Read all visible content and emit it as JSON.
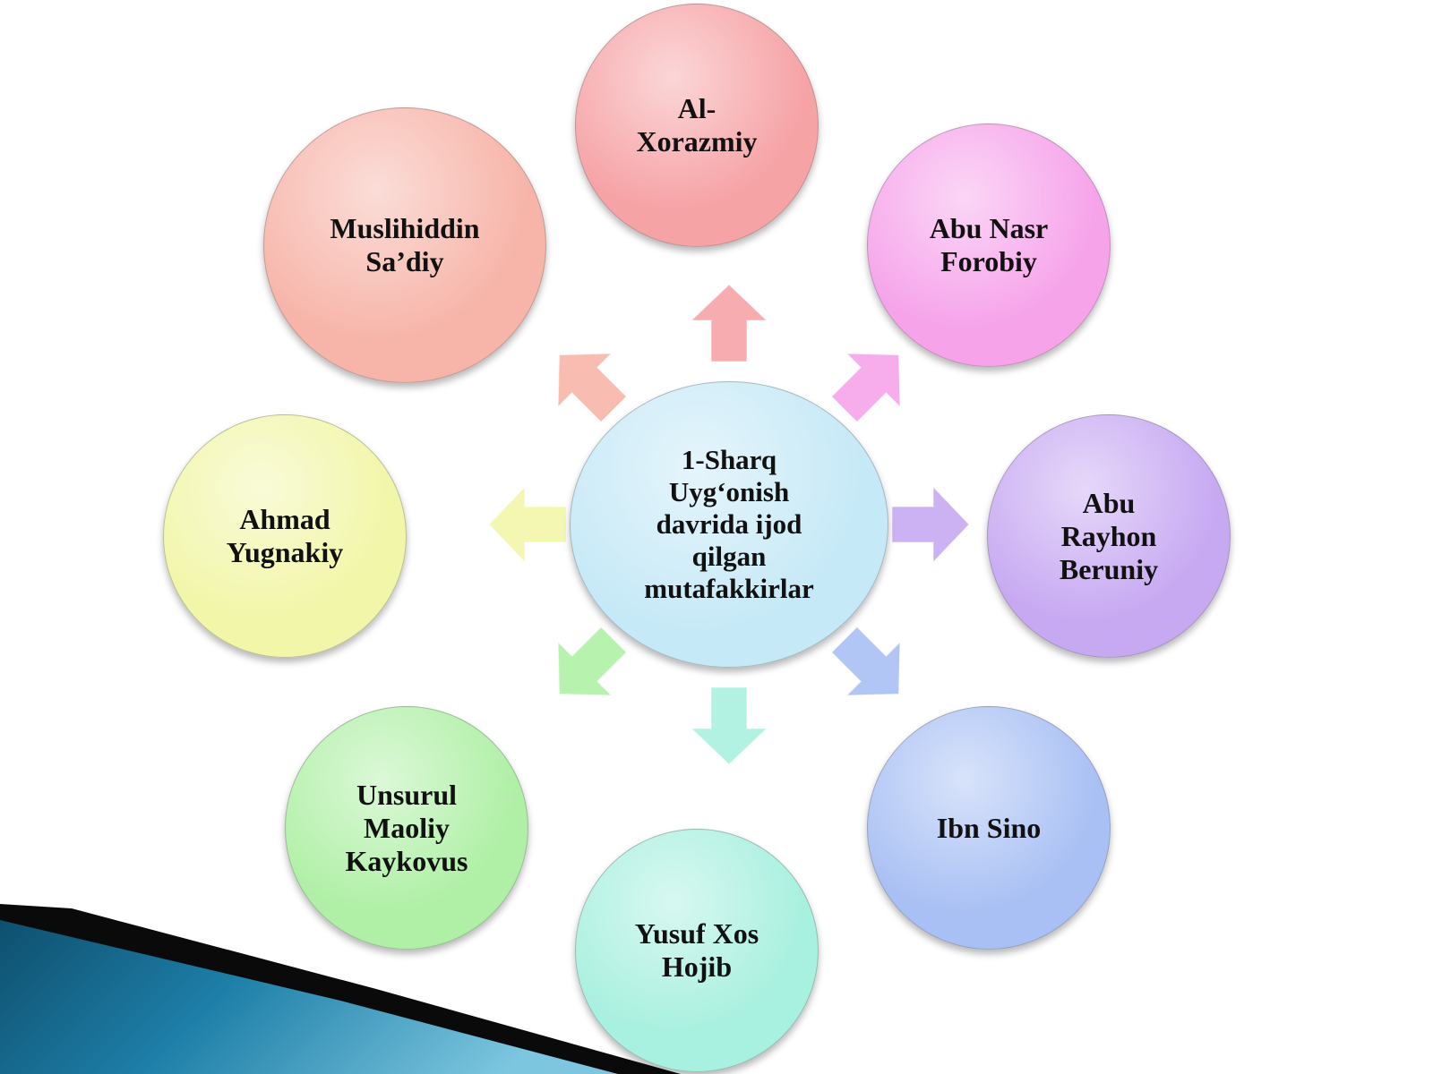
{
  "center": {
    "label": "1-Sharq\nUyg‘onish\ndavrida ijod\nqilgan\nmutafakkirlar",
    "color": "#c6e9f7"
  },
  "nodes": [
    {
      "id": "al-xorazmiy",
      "label": "Al-\nXorazmiy",
      "color": "#f6a3a6"
    },
    {
      "id": "abu-nasr-forobiy",
      "label": "Abu Nasr\nForobiy",
      "color": "#f6a3ea"
    },
    {
      "id": "abu-rayhon-beruniy",
      "label": "Abu\nRayhon\nBeruniy",
      "color": "#c7a9f2"
    },
    {
      "id": "ibn-sino",
      "label": "Ibn Sino",
      "color": "#a9c0f4"
    },
    {
      "id": "yusuf-xos-hojib",
      "label": "Yusuf Xos\nHojib",
      "color": "#a8f0df"
    },
    {
      "id": "unsurul-maoliy-kaykovus",
      "label": "Unsurul\nMaoliy\nKaykovus",
      "color": "#b0f0a6"
    },
    {
      "id": "ahmad-yugnakiy",
      "label": "Ahmad\nYugnakiy",
      "color": "#f2f6a8"
    },
    {
      "id": "muslihiddin-sadiy",
      "label": "Muslihiddin\nSa’diy",
      "color": "#f7b4a8"
    }
  ],
  "decoration": {
    "band_colors": [
      "#0e4f6e",
      "#1e7fa8",
      "#5ab6d6",
      "#000000"
    ]
  }
}
